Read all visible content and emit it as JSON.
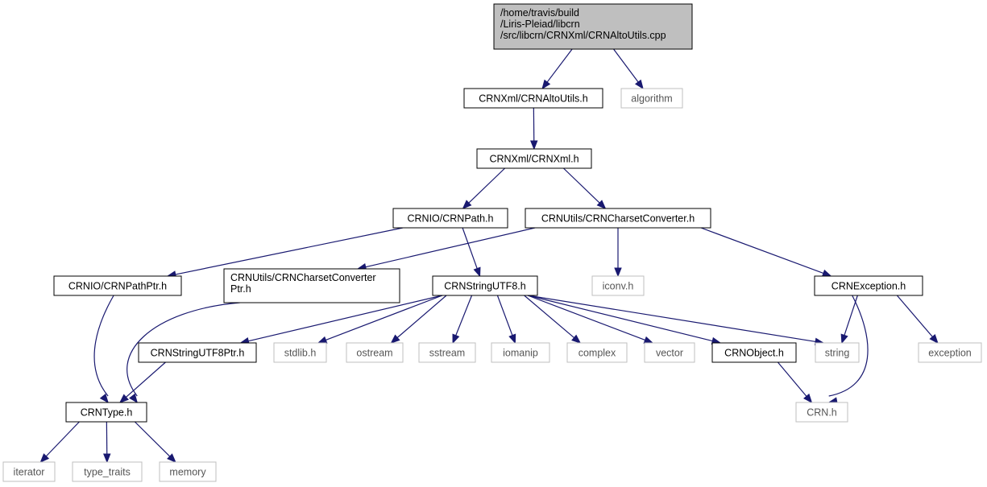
{
  "graph": {
    "nodes": [
      {
        "id": "root",
        "kind": "root",
        "lines": [
          "/home/travis/build",
          "/Liris-Pleiad/libcrn",
          "/src/libcrn/CRNXml/CRNAltoUtils.cpp"
        ]
      },
      {
        "id": "altoutils_h",
        "kind": "file",
        "lines": [
          "CRNXml/CRNAltoUtils.h"
        ]
      },
      {
        "id": "algorithm",
        "kind": "ext",
        "lines": [
          "algorithm"
        ]
      },
      {
        "id": "crnxml_h",
        "kind": "file",
        "lines": [
          "CRNXml/CRNXml.h"
        ]
      },
      {
        "id": "crnpath_h",
        "kind": "file",
        "lines": [
          "CRNIO/CRNPath.h"
        ]
      },
      {
        "id": "charsetconv_h",
        "kind": "file",
        "lines": [
          "CRNUtils/CRNCharsetConverter.h"
        ]
      },
      {
        "id": "crnpathptr_h",
        "kind": "file",
        "lines": [
          "CRNIO/CRNPathPtr.h"
        ]
      },
      {
        "id": "charsetconvptr_h",
        "kind": "file",
        "lines": [
          "CRNUtils/CRNCharsetConverter",
          "Ptr.h"
        ]
      },
      {
        "id": "stringutf8_h",
        "kind": "file",
        "lines": [
          "CRNStringUTF8.h"
        ]
      },
      {
        "id": "iconv_h",
        "kind": "ext",
        "lines": [
          "iconv.h"
        ]
      },
      {
        "id": "exception_h",
        "kind": "file",
        "lines": [
          "CRNException.h"
        ]
      },
      {
        "id": "stringutf8ptr_h",
        "kind": "file",
        "lines": [
          "CRNStringUTF8Ptr.h"
        ]
      },
      {
        "id": "stdlib_h",
        "kind": "ext",
        "lines": [
          "stdlib.h"
        ]
      },
      {
        "id": "ostream",
        "kind": "ext",
        "lines": [
          "ostream"
        ]
      },
      {
        "id": "sstream",
        "kind": "ext",
        "lines": [
          "sstream"
        ]
      },
      {
        "id": "iomanip",
        "kind": "ext",
        "lines": [
          "iomanip"
        ]
      },
      {
        "id": "complex",
        "kind": "ext",
        "lines": [
          "complex"
        ]
      },
      {
        "id": "vector",
        "kind": "ext",
        "lines": [
          "vector"
        ]
      },
      {
        "id": "crnobject_h",
        "kind": "file",
        "lines": [
          "CRNObject.h"
        ]
      },
      {
        "id": "string",
        "kind": "ext",
        "lines": [
          "string"
        ]
      },
      {
        "id": "exception",
        "kind": "ext",
        "lines": [
          "exception"
        ]
      },
      {
        "id": "crntype_h",
        "kind": "file",
        "lines": [
          "CRNType.h"
        ]
      },
      {
        "id": "crn_h",
        "kind": "ext",
        "lines": [
          "CRN.h"
        ]
      },
      {
        "id": "iterator",
        "kind": "ext",
        "lines": [
          "iterator"
        ]
      },
      {
        "id": "type_traits",
        "kind": "ext",
        "lines": [
          "type_traits"
        ]
      },
      {
        "id": "memory",
        "kind": "ext",
        "lines": [
          "memory"
        ]
      }
    ],
    "edges": [
      {
        "from": "root",
        "to": "altoutils_h"
      },
      {
        "from": "root",
        "to": "algorithm"
      },
      {
        "from": "altoutils_h",
        "to": "crnxml_h"
      },
      {
        "from": "crnxml_h",
        "to": "crnpath_h"
      },
      {
        "from": "crnxml_h",
        "to": "charsetconv_h"
      },
      {
        "from": "crnpath_h",
        "to": "crnpathptr_h"
      },
      {
        "from": "crnpath_h",
        "to": "stringutf8_h"
      },
      {
        "from": "charsetconv_h",
        "to": "charsetconvptr_h"
      },
      {
        "from": "charsetconv_h",
        "to": "iconv_h"
      },
      {
        "from": "charsetconv_h",
        "to": "exception_h"
      },
      {
        "from": "crnpathptr_h",
        "to": "crntype_h"
      },
      {
        "from": "charsetconvptr_h",
        "to": "crntype_h"
      },
      {
        "from": "stringutf8_h",
        "to": "stringutf8ptr_h"
      },
      {
        "from": "stringutf8_h",
        "to": "stdlib_h"
      },
      {
        "from": "stringutf8_h",
        "to": "ostream"
      },
      {
        "from": "stringutf8_h",
        "to": "sstream"
      },
      {
        "from": "stringutf8_h",
        "to": "iomanip"
      },
      {
        "from": "stringutf8_h",
        "to": "complex"
      },
      {
        "from": "stringutf8_h",
        "to": "vector"
      },
      {
        "from": "stringutf8_h",
        "to": "crnobject_h"
      },
      {
        "from": "stringutf8_h",
        "to": "string"
      },
      {
        "from": "exception_h",
        "to": "string"
      },
      {
        "from": "exception_h",
        "to": "exception"
      },
      {
        "from": "exception_h",
        "to": "crn_h"
      },
      {
        "from": "stringutf8ptr_h",
        "to": "crntype_h"
      },
      {
        "from": "crnobject_h",
        "to": "crn_h"
      },
      {
        "from": "crntype_h",
        "to": "iterator"
      },
      {
        "from": "crntype_h",
        "to": "type_traits"
      },
      {
        "from": "crntype_h",
        "to": "memory"
      }
    ]
  },
  "colors": {
    "edge": "#191970",
    "root_fill": "#bfbfbf",
    "file_border": "#000000",
    "external_border": "#bfbfbf",
    "external_text": "#555555"
  }
}
